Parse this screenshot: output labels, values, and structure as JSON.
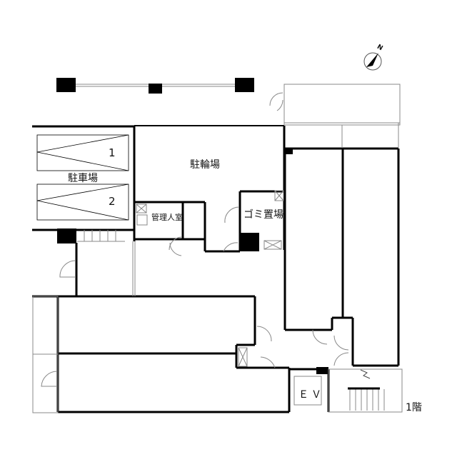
{
  "floor_plan": {
    "floor_label": "1階",
    "compass": {
      "north_label": "N"
    },
    "rooms": {
      "parking": {
        "label": "駐車場",
        "spaces": [
          "1",
          "2"
        ]
      },
      "bicycle_parking": {
        "label": "駐輪場"
      },
      "manager_room": {
        "label": "管理人室"
      },
      "garbage_area": {
        "label": "ゴミ置場"
      },
      "elevator": {
        "label": "ＥＶ"
      }
    },
    "colors": {
      "wall": "#000000",
      "thin_line": "#888888",
      "background": "#ffffff"
    }
  }
}
